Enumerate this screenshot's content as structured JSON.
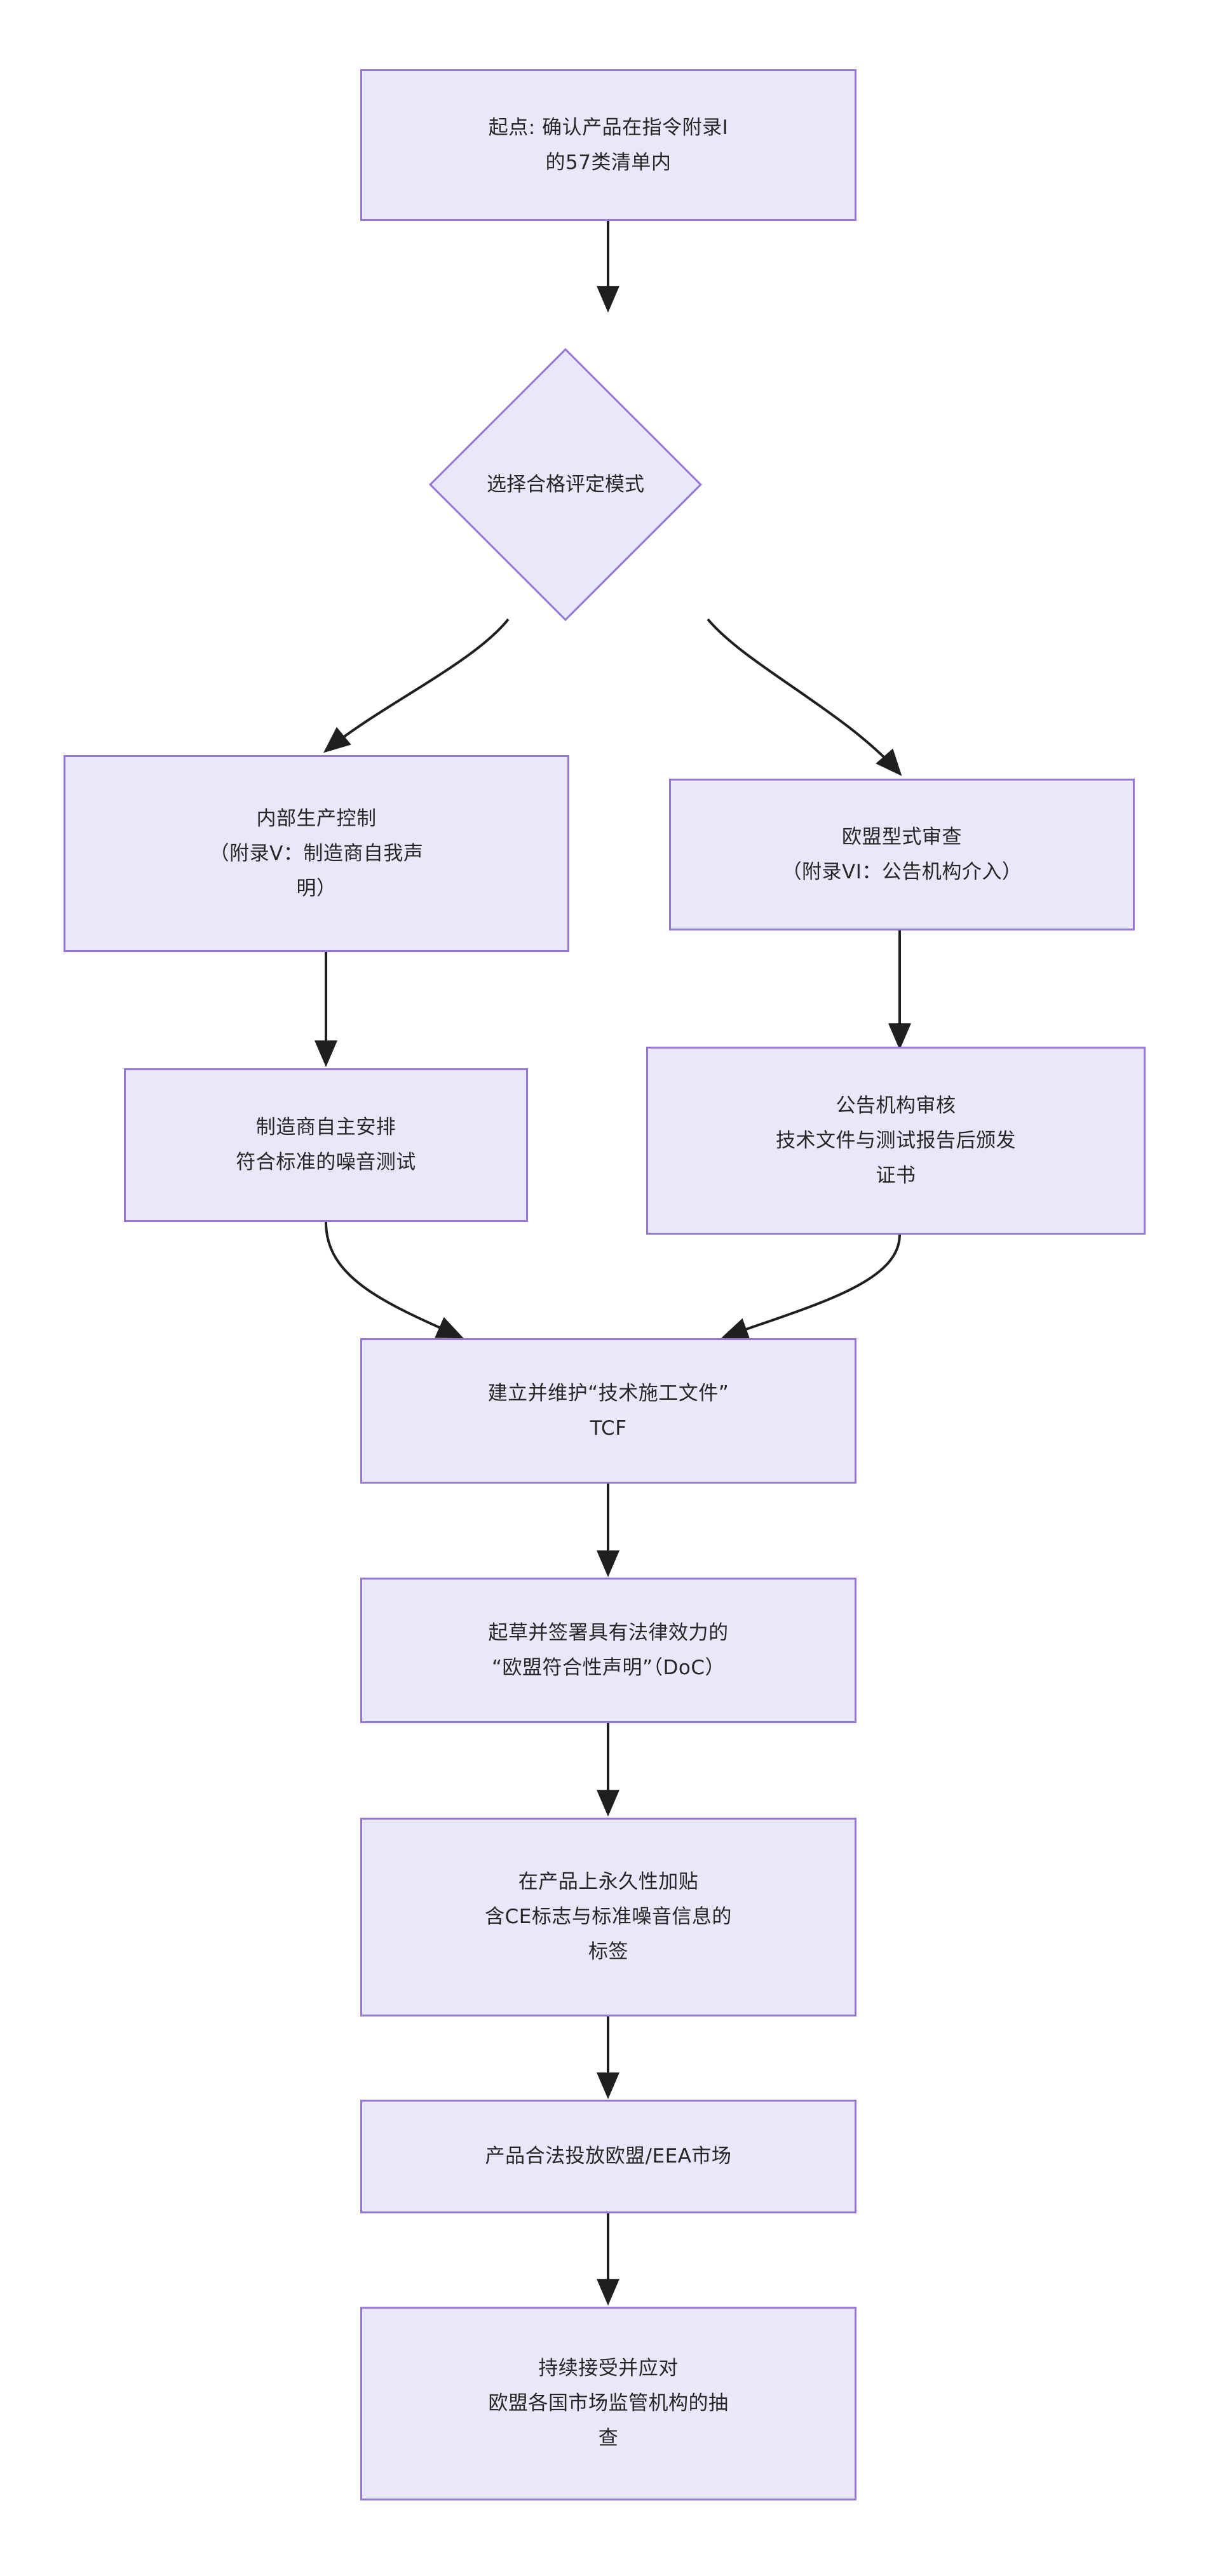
{
  "diagram": {
    "type": "flowchart",
    "orientation": "top-to-bottom",
    "colors": {
      "node_fill": "#e9e8fb",
      "node_border": "#9575d6",
      "edge_stroke": "#1f1f1f",
      "text": "#262626",
      "background": "#ffffff"
    },
    "nodes": [
      {
        "id": "start",
        "shape": "rect",
        "label": "起点: 确认产品在指令附录I\n的57类清单内"
      },
      {
        "id": "decision",
        "shape": "diamond",
        "label": "选择合格评定模式"
      },
      {
        "id": "internal_control",
        "shape": "rect",
        "label": "内部生产控制\n（附录V：制造商自我声\n明）"
      },
      {
        "id": "eu_type_exam",
        "shape": "rect",
        "label": "欧盟型式审查\n（附录VI：公告机构介入）"
      },
      {
        "id": "self_noise_test",
        "shape": "rect",
        "label": "制造商自主安排\n符合标准的噪音测试"
      },
      {
        "id": "notified_body_review",
        "shape": "rect",
        "label": "公告机构审核\n技术文件与测试报告后颁发\n证书"
      },
      {
        "id": "tcf",
        "shape": "rect",
        "label": "建立并维护“技术施工文件”\nTCF"
      },
      {
        "id": "doc",
        "shape": "rect",
        "label": "起草并签署具有法律效力的\n“欧盟符合性声明”（DoC）"
      },
      {
        "id": "ce_label",
        "shape": "rect",
        "label": "在产品上永久性加贴\n含CE标志与标准噪音信息的\n标签"
      },
      {
        "id": "market_place",
        "shape": "rect",
        "label": "产品合法投放欧盟/EEA市场"
      },
      {
        "id": "surveillance",
        "shape": "rect",
        "label": "持续接受并应对\n欧盟各国市场监管机构的抽\n查"
      }
    ],
    "edges": [
      {
        "from": "start",
        "to": "decision",
        "label": ""
      },
      {
        "from": "decision",
        "to": "internal_control",
        "label": ""
      },
      {
        "from": "decision",
        "to": "eu_type_exam",
        "label": ""
      },
      {
        "from": "internal_control",
        "to": "self_noise_test",
        "label": ""
      },
      {
        "from": "eu_type_exam",
        "to": "notified_body_review",
        "label": ""
      },
      {
        "from": "self_noise_test",
        "to": "tcf",
        "label": ""
      },
      {
        "from": "notified_body_review",
        "to": "tcf",
        "label": ""
      },
      {
        "from": "tcf",
        "to": "doc",
        "label": ""
      },
      {
        "from": "doc",
        "to": "ce_label",
        "label": ""
      },
      {
        "from": "ce_label",
        "to": "market_place",
        "label": ""
      },
      {
        "from": "market_place",
        "to": "surveillance",
        "label": ""
      }
    ]
  }
}
